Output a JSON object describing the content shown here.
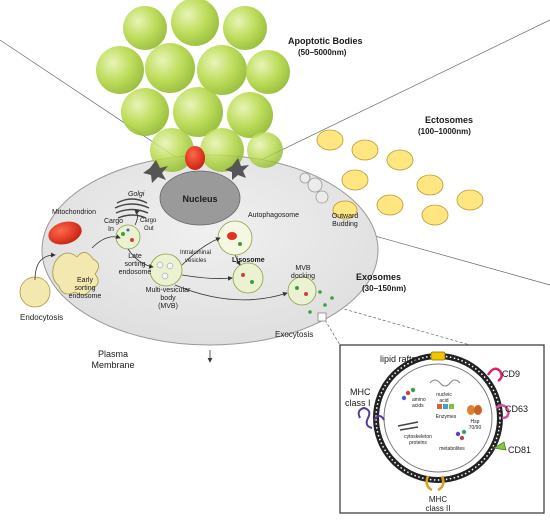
{
  "vesicles": {
    "apoptotic": {
      "name": "Apoptotic Bodies",
      "size": "(50–5000nm)"
    },
    "ectosomes": {
      "name": "Ectosomes",
      "size": "(100–1000nm)"
    },
    "exosomes": {
      "name": "Exosomes",
      "size": "(30–150nm)"
    }
  },
  "cell": {
    "nucleus": "Nucleus",
    "golgi": "Golgi",
    "mitochondrion": "Mitochondrion",
    "cargo_in": [
      "Cargo",
      "In"
    ],
    "cargo_out": [
      "Cargo",
      "Out"
    ],
    "early_endosome": [
      "Early",
      "sorting",
      "endosome"
    ],
    "late_endosome": [
      "Late",
      "sorting",
      "endosome"
    ],
    "intraluminal": [
      "Intraluminal",
      "vesicles"
    ],
    "autophagosome": "Autophagosome",
    "lisosome": "Lisosome",
    "mvb_docking": [
      "MVB",
      "docking"
    ],
    "mvb": [
      "Multi-vesicular",
      "body",
      "(MVB)"
    ],
    "outward_budding": [
      "Outward",
      "Budding"
    ],
    "endocytosis": "Endocytosis",
    "exocytosis": "Exocytosis",
    "plasma_membrane": [
      "Plasma",
      "Membrane"
    ]
  },
  "exosome_detail": {
    "lipid_rafts": "lipid rafts",
    "cd9": "CD9",
    "cd63": "CD63",
    "cd81": "CD81",
    "mhc1": [
      "MHC",
      "class I"
    ],
    "mhc2": [
      "MHC",
      "class II"
    ],
    "amino_acids": [
      "amino",
      "acids"
    ],
    "nucleic_acid": [
      "nucleic",
      "acid"
    ],
    "enzymes": "Enzymes",
    "hsp": [
      "Hsp",
      "70/90"
    ],
    "cytoskeleton": [
      "cytoskeleton",
      "proteins"
    ],
    "metabolites": "metabolites"
  },
  "colors": {
    "apoptotic": "#b7d94a",
    "ectosome": "#ffe680",
    "cell": "#e6e6e6",
    "nucleus": "#9a9a9a",
    "mitochondrion": "#e0321e"
  }
}
